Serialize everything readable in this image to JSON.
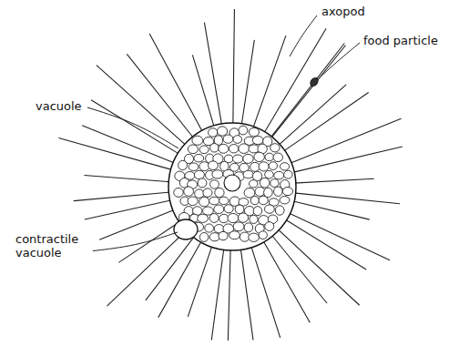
{
  "diagram": {
    "labels": [
      "axopod",
      "food particle",
      "vacuole",
      "contractile vacuole"
    ]
  }
}
